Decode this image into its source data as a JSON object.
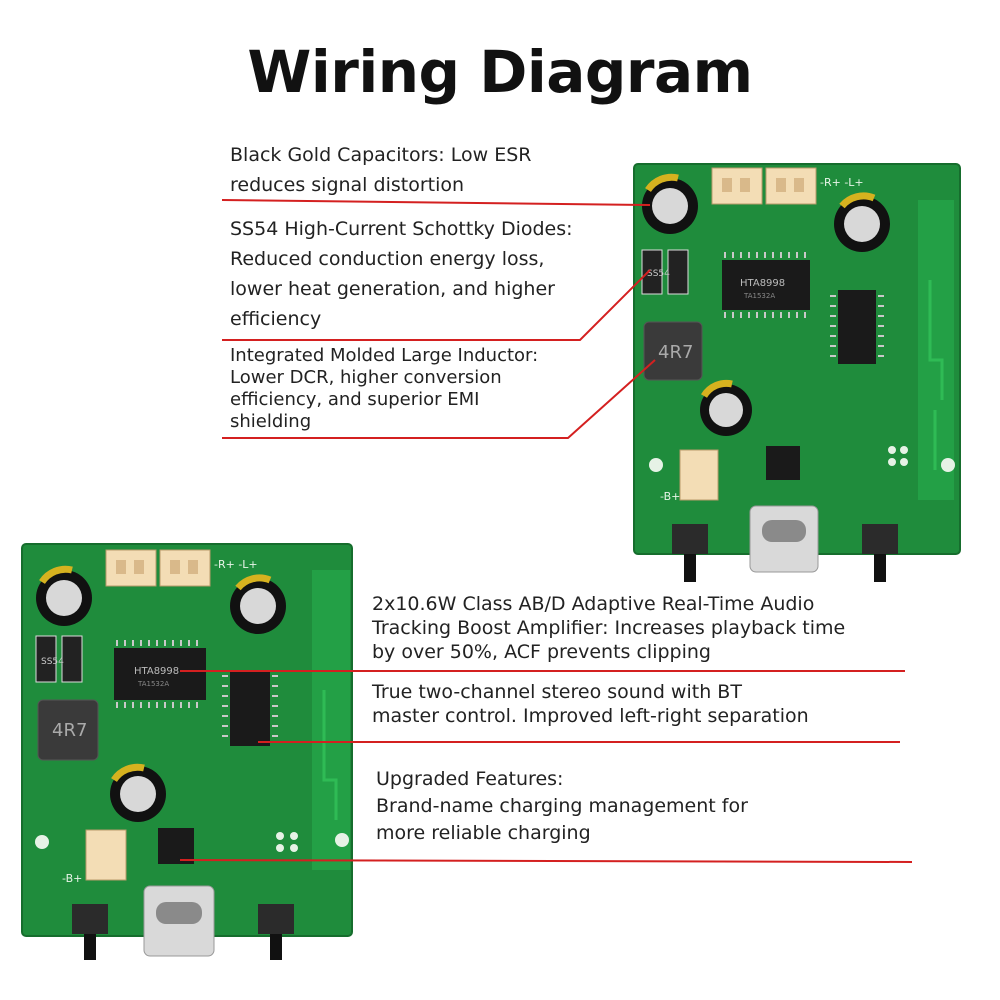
{
  "title": "Wiring Diagram",
  "notes": {
    "capacitors": "Black Gold Capacitors: Low ESR\nreduces signal distortion",
    "diodes": "SS54 High-Current Schottky Diodes:\nReduced conduction energy loss,\nlower heat generation, and higher\nefficiency",
    "inductor": "Integrated Molded Large Inductor:\nLower DCR, higher conversion\nefficiency, and superior EMI\nshielding",
    "amplifier": "2x10.6W Class AB/D Adaptive Real-Time Audio\nTracking Boost Amplifier: Increases playback time\nby over 50%, ACF prevents clipping",
    "stereo": "True two-channel stereo sound with BT\nmaster control. Improved left-right separation",
    "charging": "Upgraded Features:\nBrand-name charging management for\nmore reliable charging"
  },
  "board_markings": {
    "inductor": "4R7",
    "diode": "SS54",
    "amp_chip": "HTA8998",
    "amp_chip_sub": "TA1532A",
    "silk_right_left": "-R+ -L+",
    "silk_battery": "-B+"
  },
  "colors": {
    "pcb": "#1f8c3c",
    "leader": "#d42020"
  }
}
